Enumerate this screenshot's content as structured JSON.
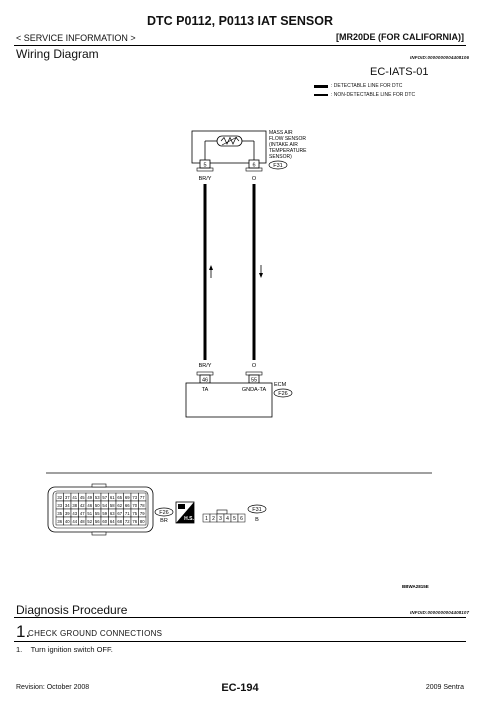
{
  "header": {
    "title": "DTC P0112, P0113 IAT SENSOR",
    "service_info": "< SERVICE INFORMATION >",
    "model": "[MR20DE (FOR CALIFORNIA)]"
  },
  "wiring": {
    "heading": "Wiring Diagram",
    "info_id": "INFOID:0000000004408106",
    "diagram_code": "EC-IATS-01",
    "legend": [
      {
        "label": ": DETECTABLE LINE FOR DTC"
      },
      {
        "label": ": NON-DETECTABLE LINE FOR DTC"
      }
    ],
    "sensor_label": [
      "MASS AIR",
      "FLOW SENSOR",
      "(INTAKE AIR",
      "TEMPERATURE",
      "SENSOR)"
    ],
    "sensor_pins": [
      "5",
      "6"
    ],
    "sensor_connector": "F31",
    "wire_colors_top": [
      "BR/Y",
      "O"
    ],
    "wire_colors_bottom": [
      "BR/Y",
      "O"
    ],
    "ecm_pins": [
      "46",
      "55"
    ],
    "ecm_terminals": [
      "TA",
      "GNDA-TA"
    ],
    "ecm_label": "ECM",
    "ecm_connector": "F26",
    "connector_f26": {
      "rows": [
        [
          "32",
          "37",
          "41",
          "45",
          "49",
          "53",
          "57",
          "61",
          "65",
          "69",
          "73",
          "77"
        ],
        [
          "33",
          "34",
          "38",
          "42",
          "46",
          "50",
          "54",
          "58",
          "62",
          "66",
          "70",
          "78"
        ],
        [
          "35",
          "39",
          "43",
          "47",
          "51",
          "55",
          "59",
          "63",
          "67",
          "71",
          "75",
          "79"
        ],
        [
          "36",
          "40",
          "44",
          "48",
          "52",
          "56",
          "60",
          "64",
          "68",
          "72",
          "76",
          "80"
        ]
      ],
      "id": "F26",
      "color": "BR"
    },
    "hs_label": "H.S.",
    "connector_f31": {
      "pins": [
        "1",
        "2",
        "3",
        "4",
        "5",
        "6"
      ],
      "id": "F31",
      "color": "B"
    },
    "figure_id": "BBWA2815E"
  },
  "diagnosis": {
    "heading": "Diagnosis Procedure",
    "info_id": "INFOID:0000000004408107",
    "step_number": "1.",
    "step_title": "CHECK GROUND CONNECTIONS",
    "items": [
      "1.    Turn ignition switch OFF."
    ]
  },
  "footer": {
    "revision": "Revision: October 2008",
    "page": "EC-194",
    "vehicle": "2009 Sentra"
  }
}
